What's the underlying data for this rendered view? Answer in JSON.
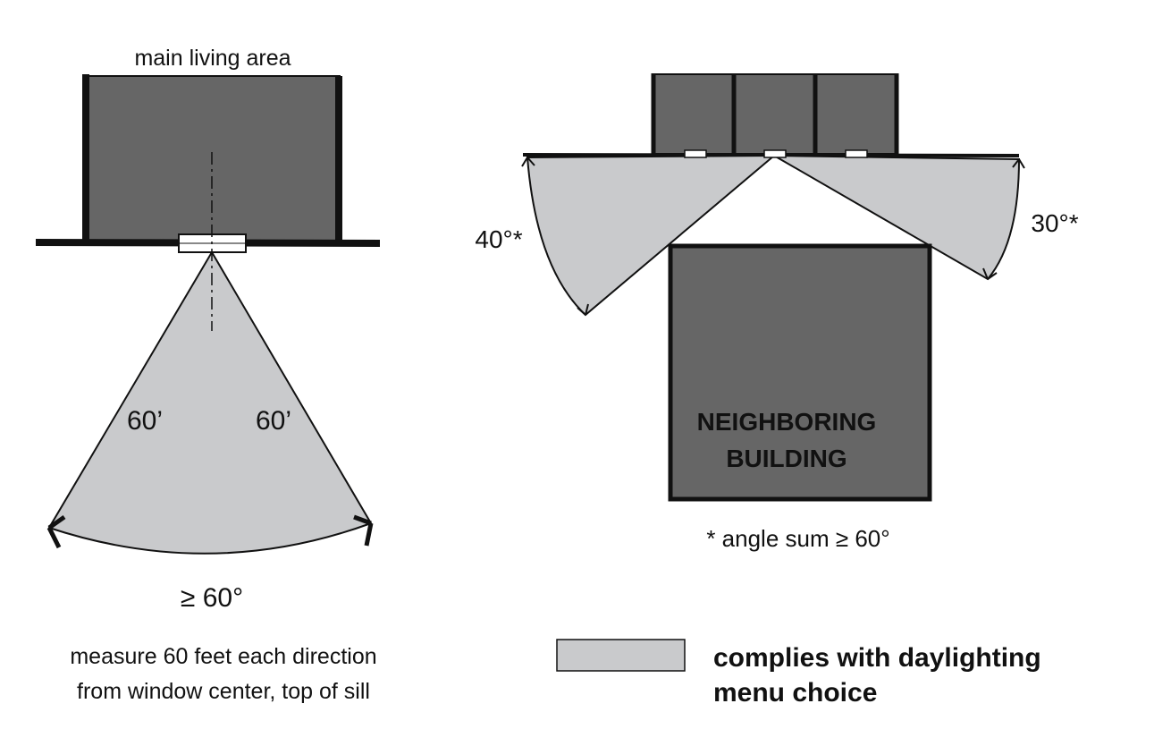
{
  "left_diagram": {
    "title": "main living area",
    "left_distance": "60’",
    "right_distance": "60’",
    "angle": "≥ 60°",
    "caption_line1": "measure 60 feet each direction",
    "caption_line2": "from window center, top of sill"
  },
  "right_diagram": {
    "left_angle": "40°*",
    "right_angle": "30°*",
    "neighbor_line1": "NEIGHBORING",
    "neighbor_line2": "BUILDING",
    "footnote": "* angle sum ≥ 60°"
  },
  "legend": {
    "line1": "complies with daylighting",
    "line2": "menu choice",
    "swatch_color": "#c9cacc"
  },
  "colors": {
    "building": "#666666",
    "view_area": "#c9cacc",
    "outline": "#111111"
  }
}
